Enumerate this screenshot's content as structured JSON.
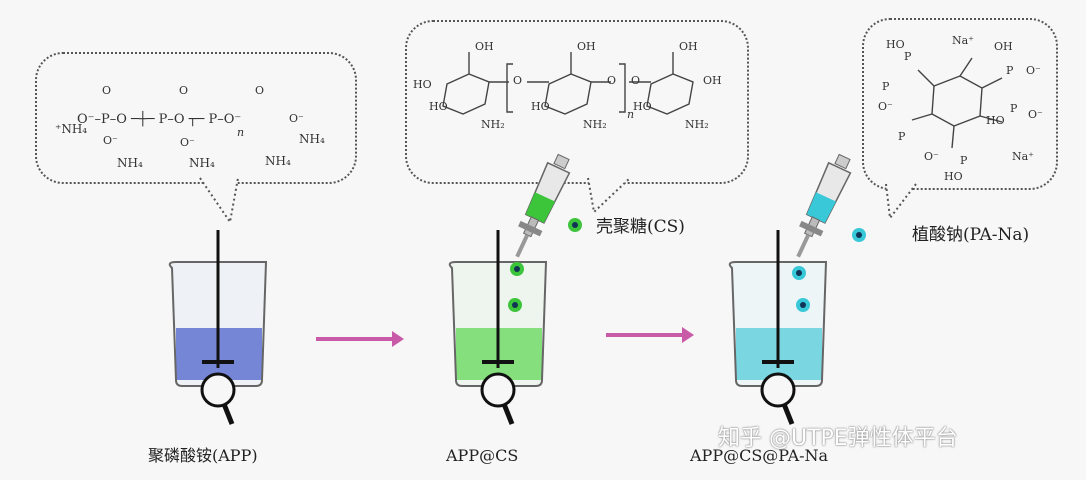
{
  "labels": {
    "app": "聚磷酸铵(APP)",
    "app_cs": "APP@CS",
    "app_cs_pa": "APP@CS@PA-Na",
    "chitosan": "壳聚糖(CS)",
    "phytate": "植酸钠(PA-Na)"
  },
  "watermark": "知乎 @UTPE弹性体平台",
  "app_molecule": {
    "top_o": [
      "O",
      "O",
      "O"
    ],
    "row": "O⁻–P–O ─┼─ P–O ┬─ P–O⁻",
    "n": "n",
    "o_minus": [
      "O⁻",
      "O⁻",
      "O⁻"
    ],
    "nh4_left": "⁺NH₄",
    "nh4_items": [
      "NH₄",
      "NH₄",
      "NH₄",
      "NH₄"
    ]
  },
  "cs_molecule": {
    "oh": [
      "OH",
      "OH",
      "OH"
    ],
    "ho": [
      "HO",
      "HO",
      "HO",
      "HO"
    ],
    "nh2": [
      "NH₂",
      "NH₂",
      "NH₂"
    ],
    "o": [
      "O",
      "O",
      "O"
    ],
    "n": "n",
    "oh_right": "OH"
  },
  "pa_molecule": {
    "na_plus": [
      "Na⁺",
      "Na⁺"
    ],
    "oh": "OH",
    "ho": [
      "HO",
      "HO",
      "HO"
    ],
    "p": [
      "P",
      "P",
      "P",
      "P",
      "P",
      "P"
    ],
    "o_minus": [
      "O⁻",
      "O⁻",
      "O⁻",
      "O⁻"
    ]
  },
  "colors": {
    "app_liquid": "#3f54c8",
    "cs_liquid": "#56d64a",
    "pa_liquid": "#46c9d6",
    "arrow": "#c85aa8"
  }
}
